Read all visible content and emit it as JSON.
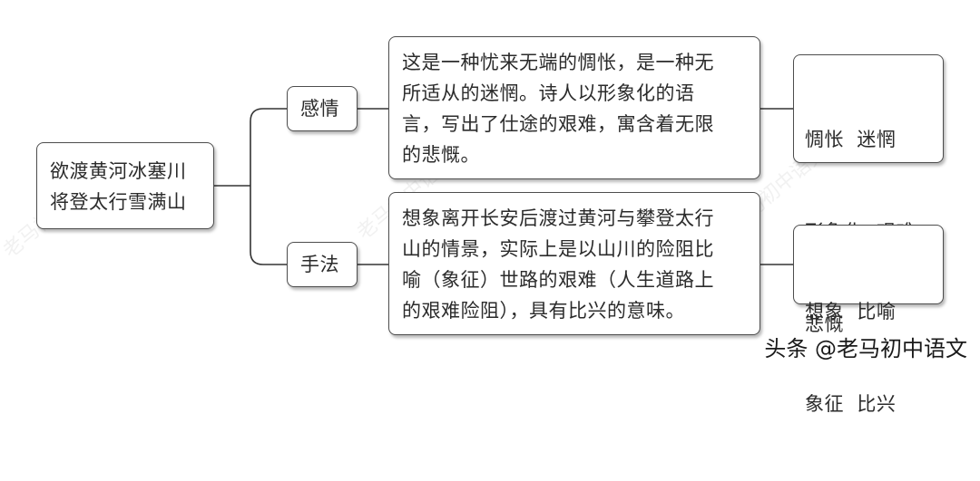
{
  "root": {
    "lines": [
      "欲渡黄河冰塞川",
      "将登太行雪满山"
    ]
  },
  "branches": [
    {
      "label": "感情",
      "description": [
        "这是一种忧来无端的惆怅，是一种无",
        "所适从的迷惘。诗人以形象化的语",
        "言，写出了仕途的艰难，寓含着无限",
        "的悲慨。"
      ],
      "keywords": [
        "惆怅  迷惘",
        "形象化  艰难",
        "悲慨"
      ]
    },
    {
      "label": "手法",
      "description": [
        "想象离开长安后渡过黄河与攀登太行",
        "山的情景，实际上是以山川的险阻比",
        "喻（象征）世路的艰难（人生道路上",
        "的艰难险阻），具有比兴的意味。"
      ],
      "keywords": [
        "想象  比喻",
        "象征  比兴"
      ]
    }
  ],
  "watermark": "老马初中语文",
  "credit": "头条 @老马初中语文",
  "colors": {
    "border": "#4d4d4d",
    "line": "#333333",
    "text": "#2b2b2b"
  }
}
